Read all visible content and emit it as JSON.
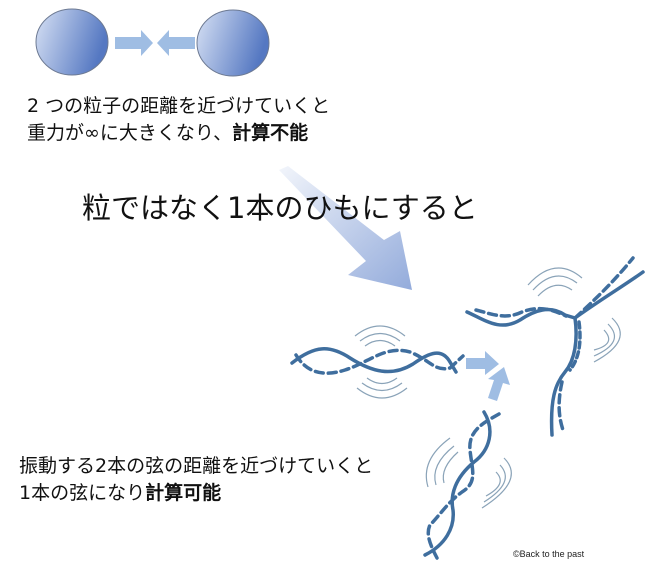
{
  "top_section": {
    "line1": "2 つの粒子の距離を近づけていくと",
    "line2_regular": "重力が∞に大きくなり、",
    "line2_bold": "計算不能"
  },
  "middle": {
    "caption": "粒ではなく1本のひもにすると"
  },
  "bottom_section": {
    "line1": "振動する2本の弦の距離を近づけていくと",
    "line2_regular": "1本の弦になり",
    "line2_bold": "計算可能"
  },
  "credit": "©Back to the past",
  "colors": {
    "particle_light": "#c9d6ef",
    "particle_dark": "#5b7fc4",
    "arrow_fill": "#9fbde3",
    "big_arrow_light": "#eef2fa",
    "big_arrow_dark": "#9fb3dd",
    "string": "#3f6e9e",
    "vibration": "#8aa3b8"
  }
}
